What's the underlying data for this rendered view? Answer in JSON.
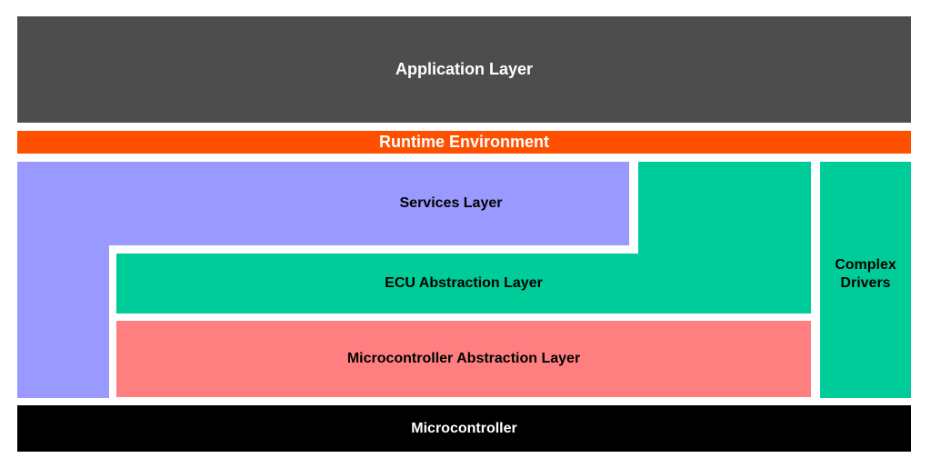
{
  "diagram": {
    "layers": {
      "application": "Application Layer",
      "runtime_environment": "Runtime Environment",
      "services": "Services Layer",
      "ecu_abstraction": "ECU Abstraction Layer",
      "microcontroller_abstraction": "Microcontroller Abstraction Layer",
      "complex_drivers": "Complex Drivers",
      "microcontroller": "Microcontroller"
    },
    "colors": {
      "application": "#4d4d4d",
      "runtime_environment": "#ff5000",
      "services": "#9999ff",
      "ecu_abstraction": "#00cc99",
      "microcontroller_abstraction": "#ff7f80",
      "complex_drivers": "#00cc99",
      "microcontroller": "#000000"
    }
  }
}
